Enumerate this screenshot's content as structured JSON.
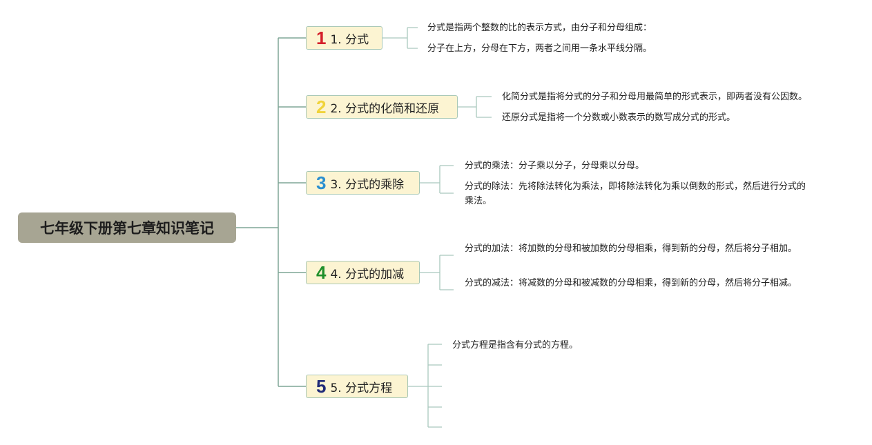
{
  "root": {
    "title": "七年级下册第七章知识笔记"
  },
  "colors": {
    "line": "#7ea596",
    "box_bg": "#fcf4d2",
    "n1": "#d41f2a",
    "n2": "#f0d33a",
    "n3": "#2b8fd0",
    "n4": "#1f8f2b",
    "n5": "#1f2a78"
  },
  "topics": [
    {
      "num": "1",
      "label": "1. 分式",
      "notes": [
        "分式是指两个整数的比的表示方式，由分子和分母组成：",
        "分子在上方，分母在下方，两者之间用一条水平线分隔。"
      ]
    },
    {
      "num": "2",
      "label": "2. 分式的化简和还原",
      "notes": [
        "化简分式是指将分式的分子和分母用最简单的形式表示，即两者没有公因数。",
        "还原分式是指将一个分数或小数表示的数写成分式的形式。"
      ]
    },
    {
      "num": "3",
      "label": "3. 分式的乘除",
      "notes": [
        "分式的乘法：分子乘以分子，分母乘以分母。",
        "分式的除法：先将除法转化为乘法，即将除法转化为乘以倒数的形式，然后进行分式的乘法。"
      ]
    },
    {
      "num": "4",
      "label": "4. 分式的加减",
      "notes": [
        "分式的加法：将加数的分母和被加数的分母相乘，得到新的分母，然后将分子相加。",
        "分式的减法：将减数的分母和被减数的分母相乘，得到新的分母，然后将分子相减。"
      ]
    },
    {
      "num": "5",
      "label": "5. 分式方程",
      "notes": [
        "分式方程是指含有分式的方程。"
      ]
    }
  ]
}
